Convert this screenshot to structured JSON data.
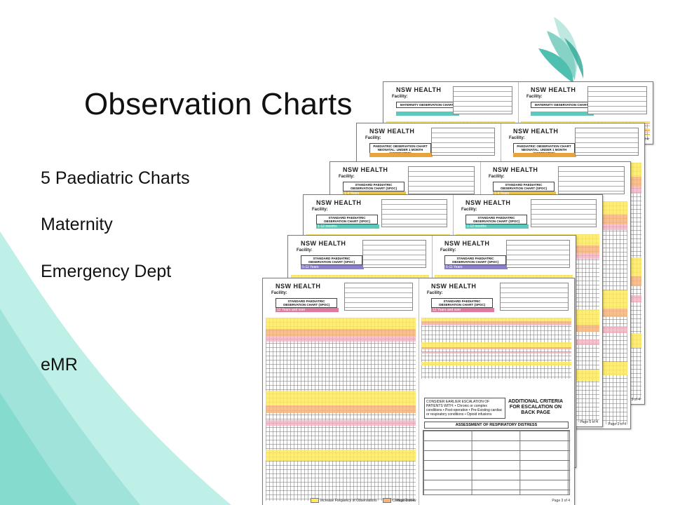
{
  "slide": {
    "title": "Observation Charts",
    "bullets": [
      {
        "label": "5 Paediatric Charts"
      },
      {
        "label": "Maternity"
      },
      {
        "label": "Emergency Dept"
      },
      {
        "label": "eMR"
      }
    ]
  },
  "colors": {
    "accent_teal": "#9fe3da",
    "accent_teal_dark": "#5cc9bd",
    "chart_border": "#7a7a7a",
    "band_yellow": "#ffeb5a",
    "band_orange": "#f8b478",
    "band_pink": "#f6acbe"
  },
  "logo": {
    "icon": "teal-leaf-logo-icon"
  },
  "charts": [
    {
      "brand": "NSW HEALTH",
      "facility": "Facility:",
      "title": "MATERNITY OBSERVATION CHART",
      "age_label": "",
      "bar_color": "#5cc9bd",
      "page_label": "Page 3 of 4"
    },
    {
      "brand": "NSW HEALTH",
      "facility": "Facility:",
      "title": "PAEDIATRIC OBSERVATION CHART NEONATAL: UNDER 1 MONTH (CORRECTED)",
      "age_label": "",
      "bar_color": "#e8a43a",
      "page_label": "Page 3 of 4"
    },
    {
      "brand": "NSW HEALTH",
      "facility": "Facility:",
      "title": "STANDARD PAEDIATRIC OBSERVATION CHART (SPOC)",
      "age_label": "1-4 Years",
      "bar_color": "#e6c24a",
      "page_label": "Page 3 of 4"
    },
    {
      "brand": "NSW HEALTH",
      "facility": "Facility:",
      "title": "STANDARD PAEDIATRIC OBSERVATION CHART (SPOC)",
      "age_label": "1-12 months",
      "bar_color": "#5cc9bd",
      "page_label": "Page 3 of 4"
    },
    {
      "brand": "NSW HEALTH",
      "facility": "Facility:",
      "title": "STANDARD PAEDIATRIC OBSERVATION CHART (SPOC)",
      "age_label": "5-11 Years",
      "bar_color": "#8a7fc8",
      "page_label": "Page 3 of 4"
    },
    {
      "brand": "NSW HEALTH",
      "facility": "Facility:",
      "title": "STANDARD PAEDIATRIC OBSERVATION CHART (SPOC)",
      "age_label": "12 Years and over",
      "bar_color": "#e07aa0",
      "page_label": "Page 3 of 4"
    }
  ],
  "front_chart": {
    "additional_criteria": "ADDITIONAL CRITERIA FOR ESCALATION ON BACK PAGE",
    "consider": "CONSIDER EARLIER ESCALATION OF PATIENTS WITH: • Chronic or complex conditions • Post-operative • Pre-Existing cardiac or respiratory conditions • Opioid infusions",
    "respiratory_heading": "ASSESSMENT OF RESPIRATORY DISTRESS",
    "legend": [
      "Increase Frequency of Observations",
      "Clinical Review",
      "Rapid Response"
    ],
    "page_left": "Page 2 of 4",
    "page_right": "Page 3 of 4"
  }
}
